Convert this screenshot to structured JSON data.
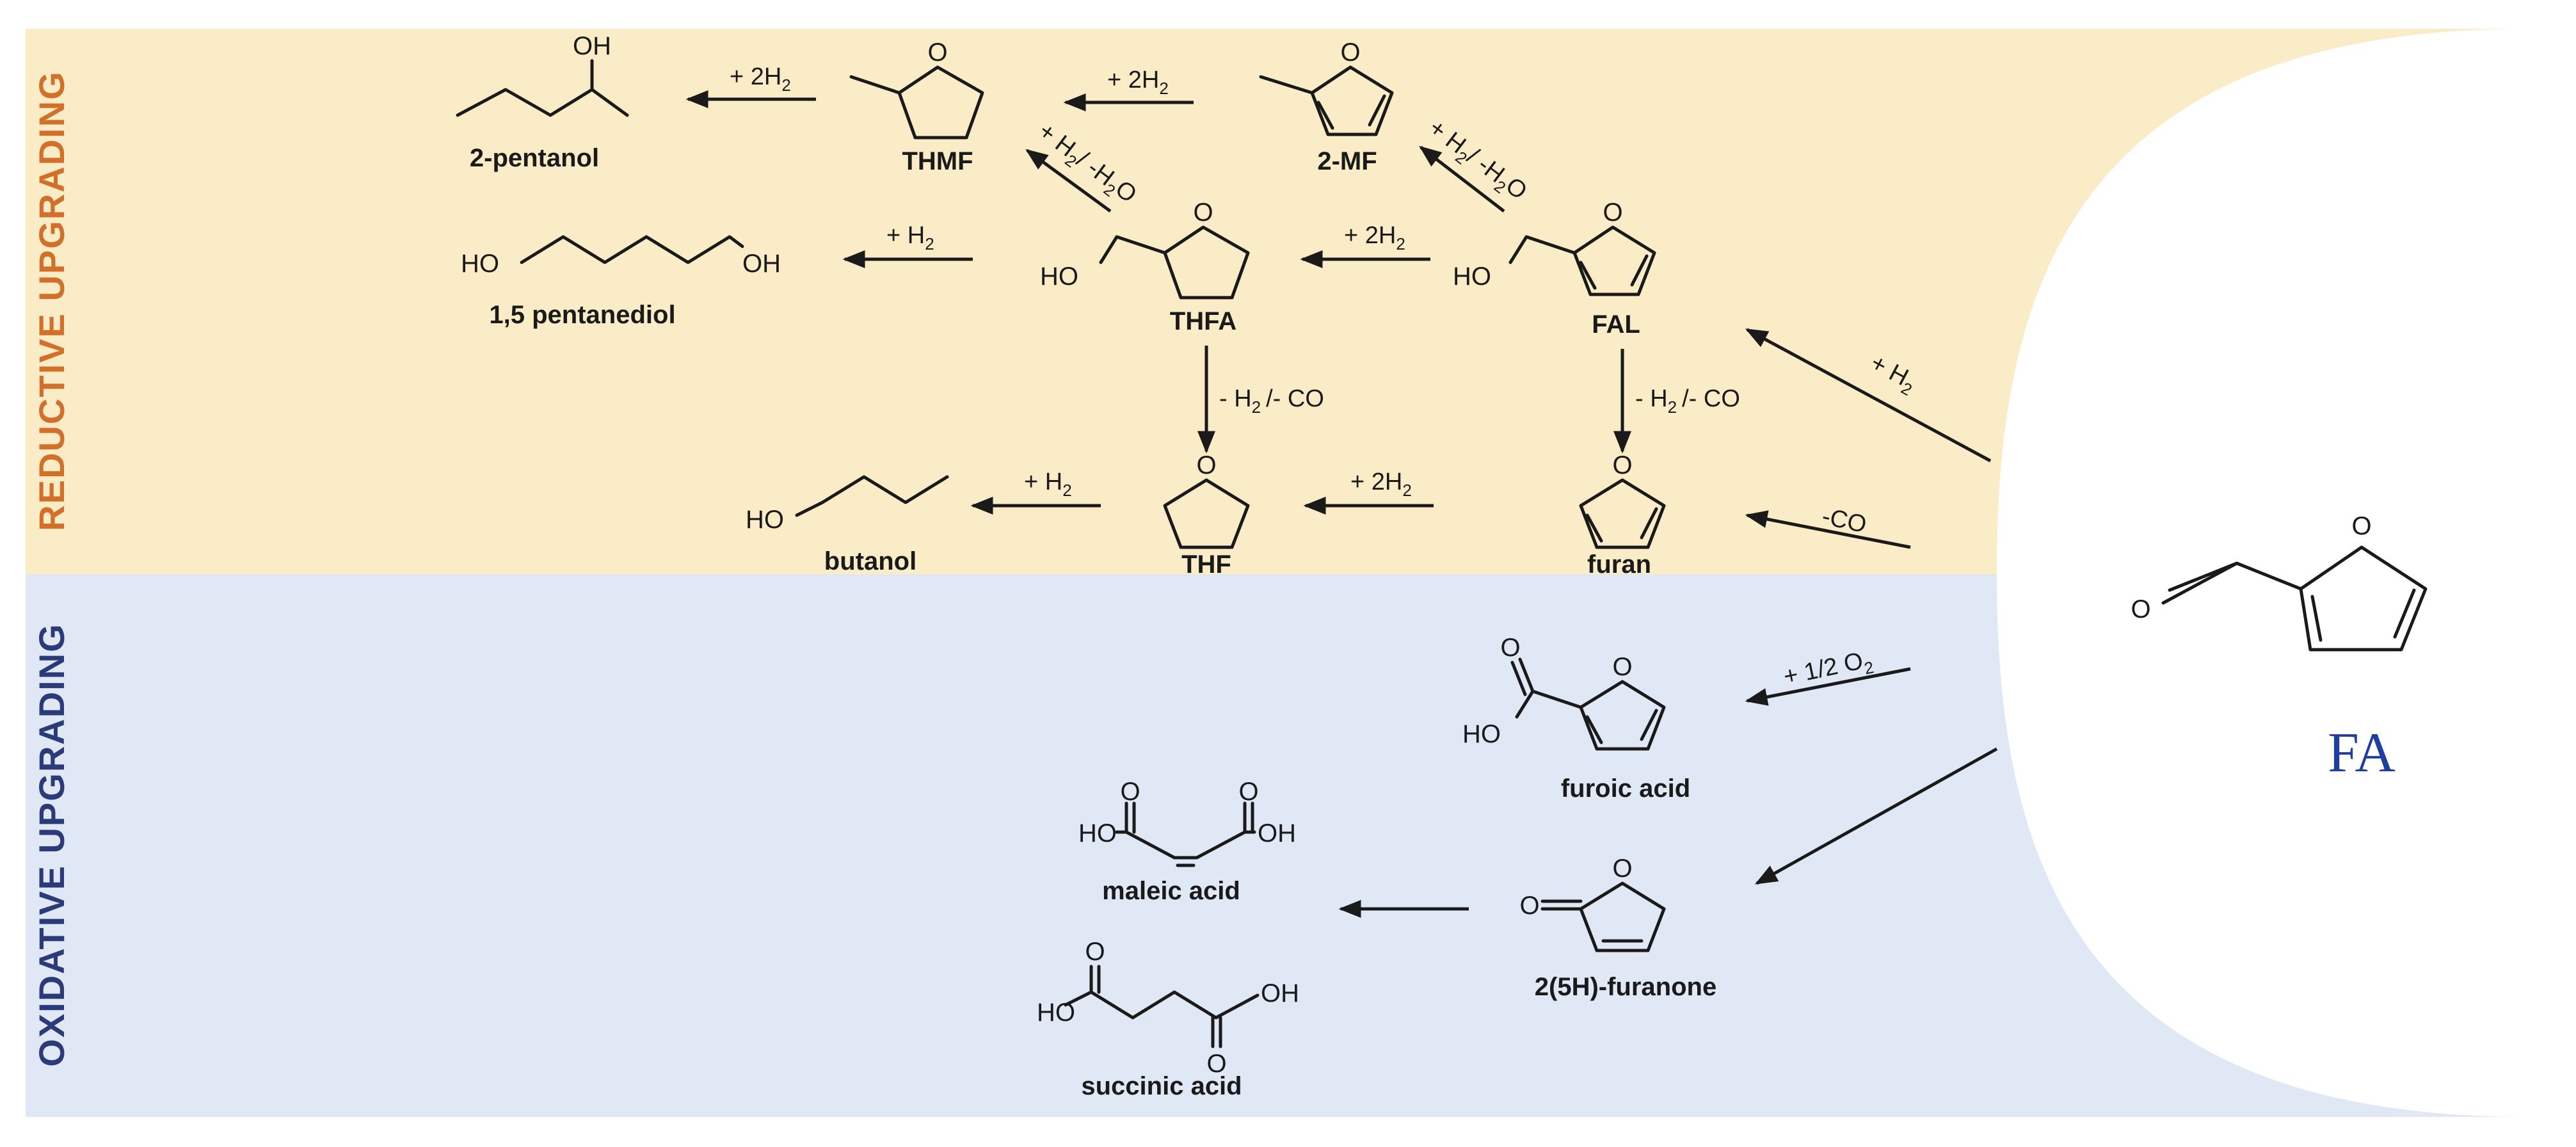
{
  "colors": {
    "reductive_band": "#fbecc8",
    "oxidative_band": "#dfe8f4",
    "reductive_title": "#d2702a",
    "oxidative_title": "#2b3a78",
    "fa_label": "#1f3fa0",
    "ink": "#1a1a1a"
  },
  "regions": {
    "reductive_title": "REDUCTIVE UPGRADING",
    "oxidative_title": "OXIDATIVE UPGRADING"
  },
  "start": {
    "label": "FA"
  },
  "compounds": {
    "pentanol": "2-pentanol",
    "thmf": "THMF",
    "mf": "2-MF",
    "pentanediol": "1,5 pentanediol",
    "thfa": "THFA",
    "fal": "FAL",
    "butanol": "butanol",
    "thf": "THF",
    "furan": "furan",
    "furoic": "furoic acid",
    "maleic": "maleic acid",
    "furanone": "2(5H)-furanone",
    "succinic": "succinic acid"
  },
  "atoms": {
    "O": "O",
    "OH": "OH",
    "HO": "HO"
  },
  "conditions": {
    "h2": "+ H",
    "two_h2": "+ 2H",
    "minus_h2": "- H",
    "sub2": "2",
    "minus_h2o": "/ -H",
    "o_end": "O",
    "minus_co": "/- CO",
    "co_only": "-CO",
    "half_o2": "+ 1/2 O"
  }
}
